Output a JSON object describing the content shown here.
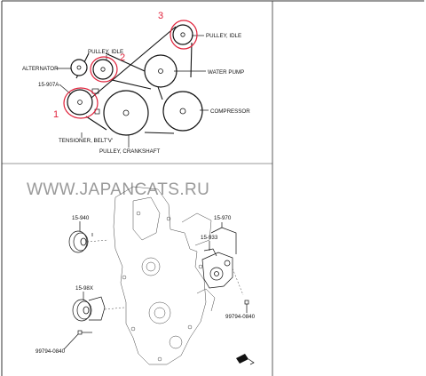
{
  "top_diagram": {
    "labels": {
      "pulley_idle_top": "PULLEY, IDLE",
      "pulley_idle_mid": "PULLEY, IDLE",
      "alternator": "ALTERNATOR",
      "part_15_907a": "15-907A",
      "water_pump": "WATER PUMP",
      "compressor": "COMPRESSOR",
      "tensioner": "TENSIONER, BELT'V'",
      "crankshaft": "PULLEY, CRANKSHAFT"
    },
    "annotations": {
      "marker_1": "1",
      "marker_2": "2",
      "marker_3": "3"
    },
    "annotation_color": "#e0213a"
  },
  "watermark": {
    "text": "WWW.JAPANCATS.RU"
  },
  "bottom_diagram": {
    "labels": {
      "part_15_940": "15-940",
      "part_15_98x": "15-98X",
      "bolt_left": "99794-0840",
      "part_15_970": "15-970",
      "part_15_933": "15-933",
      "bolt_right": "99794-0840"
    },
    "icons": [
      "front-direction-arrow-icon"
    ]
  }
}
